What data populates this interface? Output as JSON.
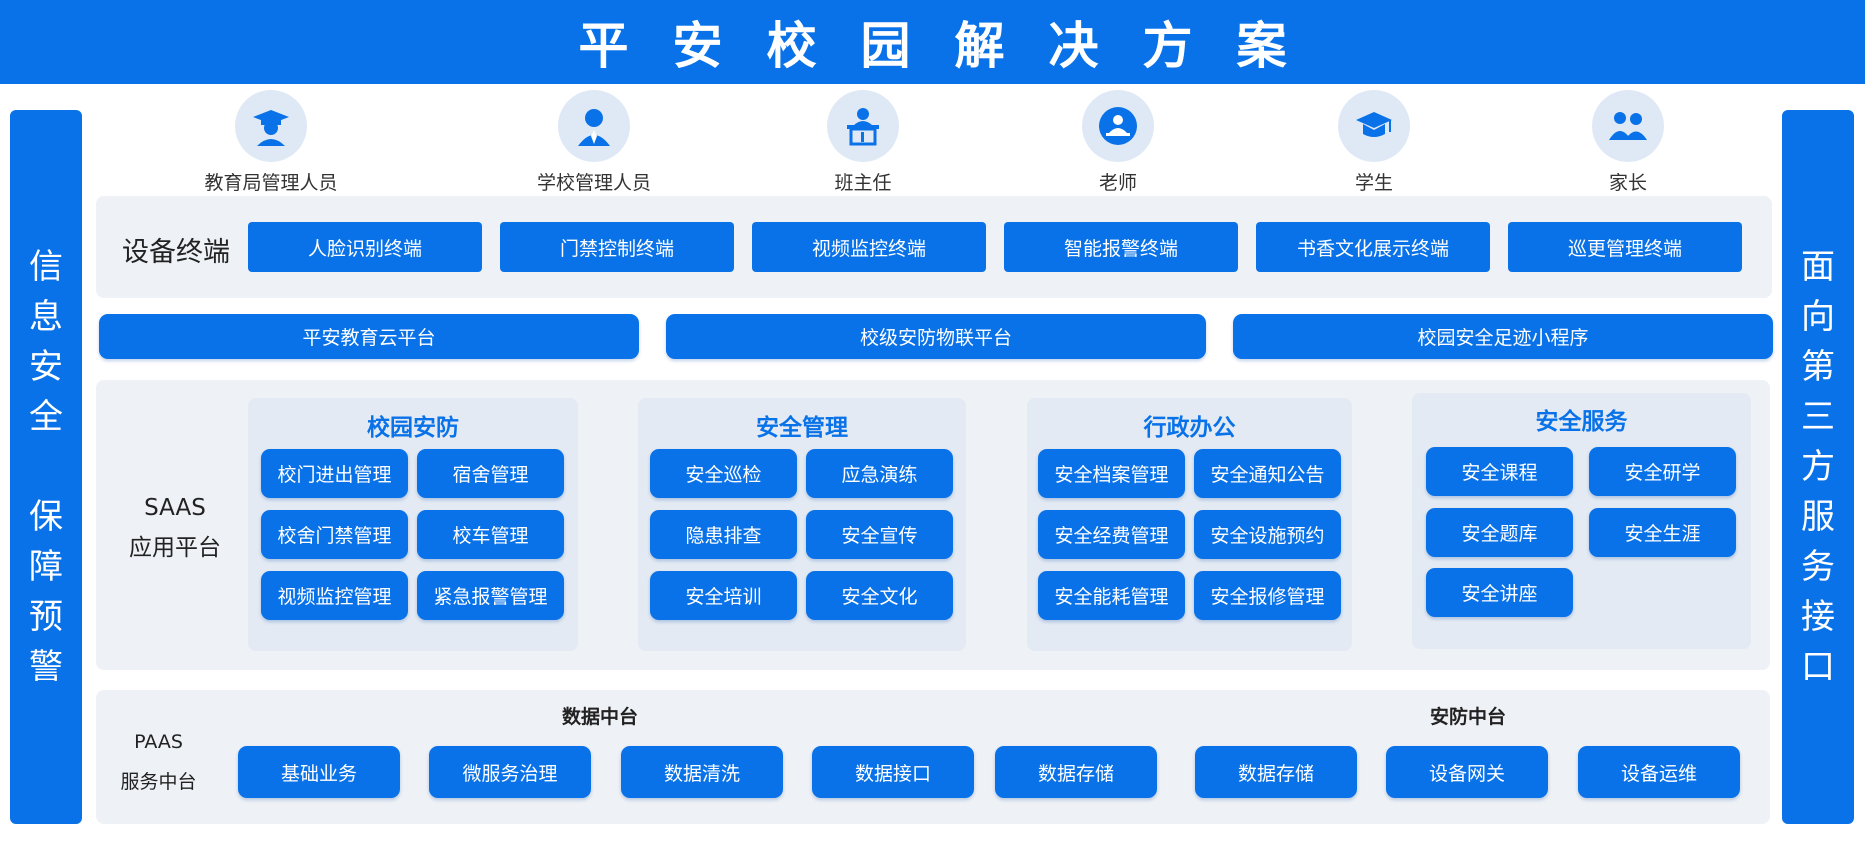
{
  "header": {
    "title": "平安校园解决方案"
  },
  "left_bar": {
    "text": "信息安全\n\n保障预警"
  },
  "right_bar": {
    "text": "面向第三方服务接口"
  },
  "roles": [
    {
      "label": "教育局管理人员",
      "icon": "graduation-cap-person-icon"
    },
    {
      "label": "学校管理人员",
      "icon": "person-tie-icon"
    },
    {
      "label": "班主任",
      "icon": "lectern-person-icon"
    },
    {
      "label": "老师",
      "icon": "teacher-desk-icon"
    },
    {
      "label": "学生",
      "icon": "mortarboard-icon"
    },
    {
      "label": "家长",
      "icon": "parents-icon"
    }
  ],
  "devices": {
    "label": "设备终端",
    "items": [
      "人脸识别终端",
      "门禁控制终端",
      "视频监控终端",
      "智能报警终端",
      "书香文化展示终端",
      "巡更管理终端"
    ]
  },
  "platforms": [
    "平安教育云平台",
    "校级安防物联平台",
    "校园安全足迹小程序"
  ],
  "saas": {
    "label_line1": "SAAS",
    "label_line2": "应用平台",
    "groups": [
      {
        "title": "校园安防",
        "items": [
          "校门进出管理",
          "宿舍管理",
          "校舍门禁管理",
          "校车管理",
          "视频监控管理",
          "紧急报警管理"
        ]
      },
      {
        "title": "安全管理",
        "items": [
          "安全巡检",
          "应急演练",
          "隐患排查",
          "安全宣传",
          "安全培训",
          "安全文化"
        ]
      },
      {
        "title": "行政办公",
        "items": [
          "安全档案管理",
          "安全通知公告",
          "安全经费管理",
          "安全设施预约",
          "安全能耗管理",
          "安全报修管理"
        ]
      },
      {
        "title": "安全服务",
        "items": [
          "安全课程",
          "安全研学",
          "安全题库",
          "安全生涯",
          "安全讲座"
        ]
      }
    ]
  },
  "paas": {
    "label_line1": "PAAS",
    "label_line2": "服务中台",
    "data_title": "数据中台",
    "security_title": "安防中台",
    "data_items": [
      "基础业务",
      "微服务治理",
      "数据清洗",
      "数据接口",
      "数据存储"
    ],
    "security_items": [
      "数据存储",
      "设备网关",
      "设备运维"
    ]
  },
  "colors": {
    "primary": "#0a72e8",
    "panel": "#eef1f5",
    "card": "#e3eaf3",
    "icon_bg": "#dfe9f6"
  }
}
